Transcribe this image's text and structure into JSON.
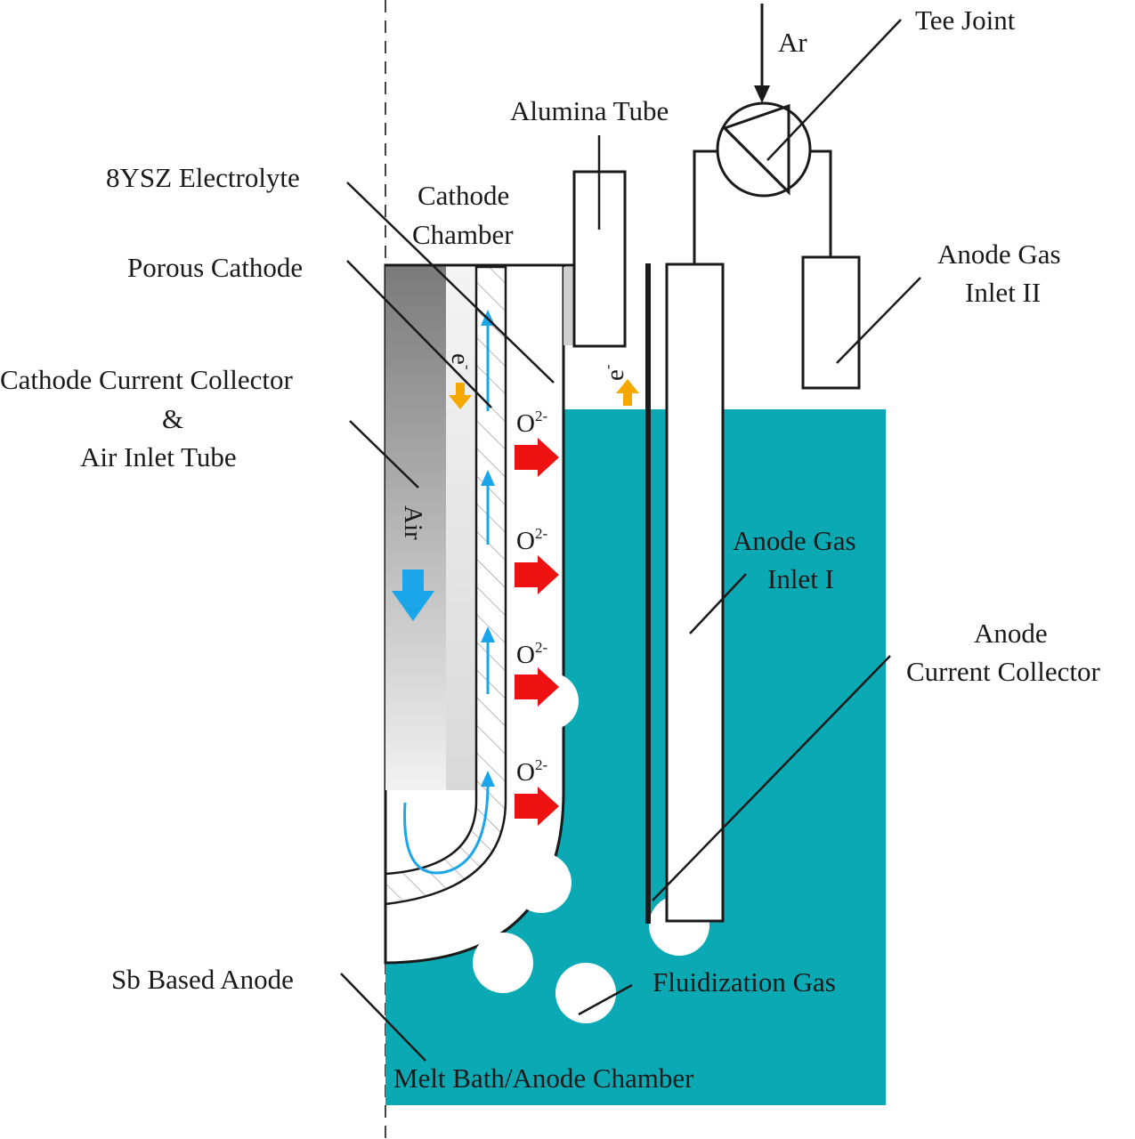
{
  "labels": {
    "ar": "Ar",
    "tee_joint": "Tee Joint",
    "alumina_tube": "Alumina Tube",
    "ysz_electrolyte": "8YSZ Electrolyte",
    "cathode_chamber_1": "Cathode",
    "cathode_chamber_2": "Chamber",
    "porous_cathode": "Porous Cathode",
    "cathode_collector_1": "Cathode Current Collector",
    "cathode_collector_2": "&",
    "cathode_collector_3": "Air Inlet Tube",
    "anode_gas_inlet_ii_1": "Anode Gas",
    "anode_gas_inlet_ii_2": "Inlet II",
    "anode_gas_inlet_i_1": "Anode Gas",
    "anode_gas_inlet_i_2": "Inlet I",
    "anode_collector_1": "Anode",
    "anode_collector_2": "Current Collector",
    "sb_anode": "Sb Based Anode",
    "fluidization_gas": "Fluidization Gas",
    "melt_bath": "Melt Bath/Anode Chamber",
    "air": "Air",
    "oxide_ion": "O",
    "oxide_charge": "2-",
    "electron": "e",
    "electron_charge": "-"
  },
  "colors": {
    "melt": "#0aa9b3",
    "o2_arrow": "#ee1111",
    "electron_arrow": "#f5a800",
    "air_arrow": "#1ba6ea",
    "flow_arrow": "#1ba6ea"
  }
}
